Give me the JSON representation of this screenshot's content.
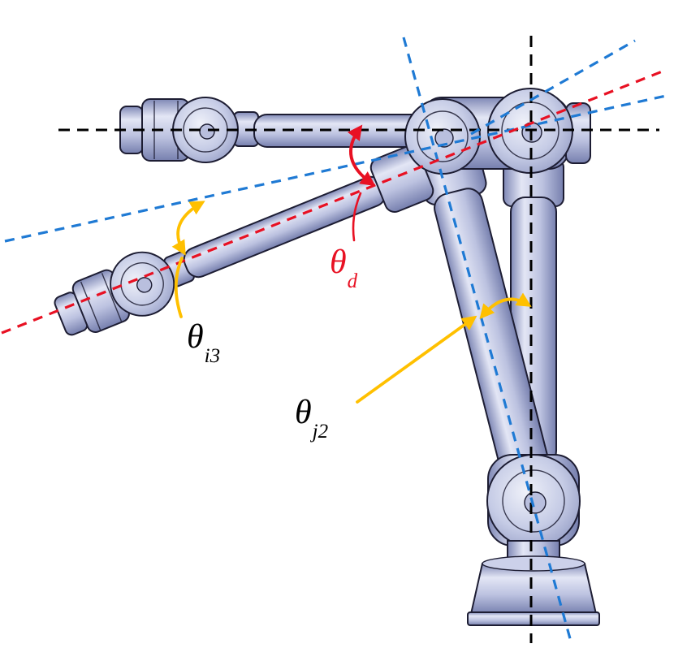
{
  "figure": {
    "labels": {
      "theta_d": {
        "symbol": "θ",
        "subscript": "d"
      },
      "theta_i3": {
        "symbol": "θ",
        "subscript": "i3"
      },
      "theta_j2": {
        "symbol": "θ",
        "subscript": "j2"
      }
    },
    "colors": {
      "red": "#e81123",
      "blue": "#1f7ad4",
      "yellow": "#ffc000",
      "black": "#000000",
      "robot_fill": "#c4c9e5",
      "robot_shade": "#8a92bf",
      "robot_outline": "#1d1d33",
      "background": "#ffffff"
    }
  }
}
